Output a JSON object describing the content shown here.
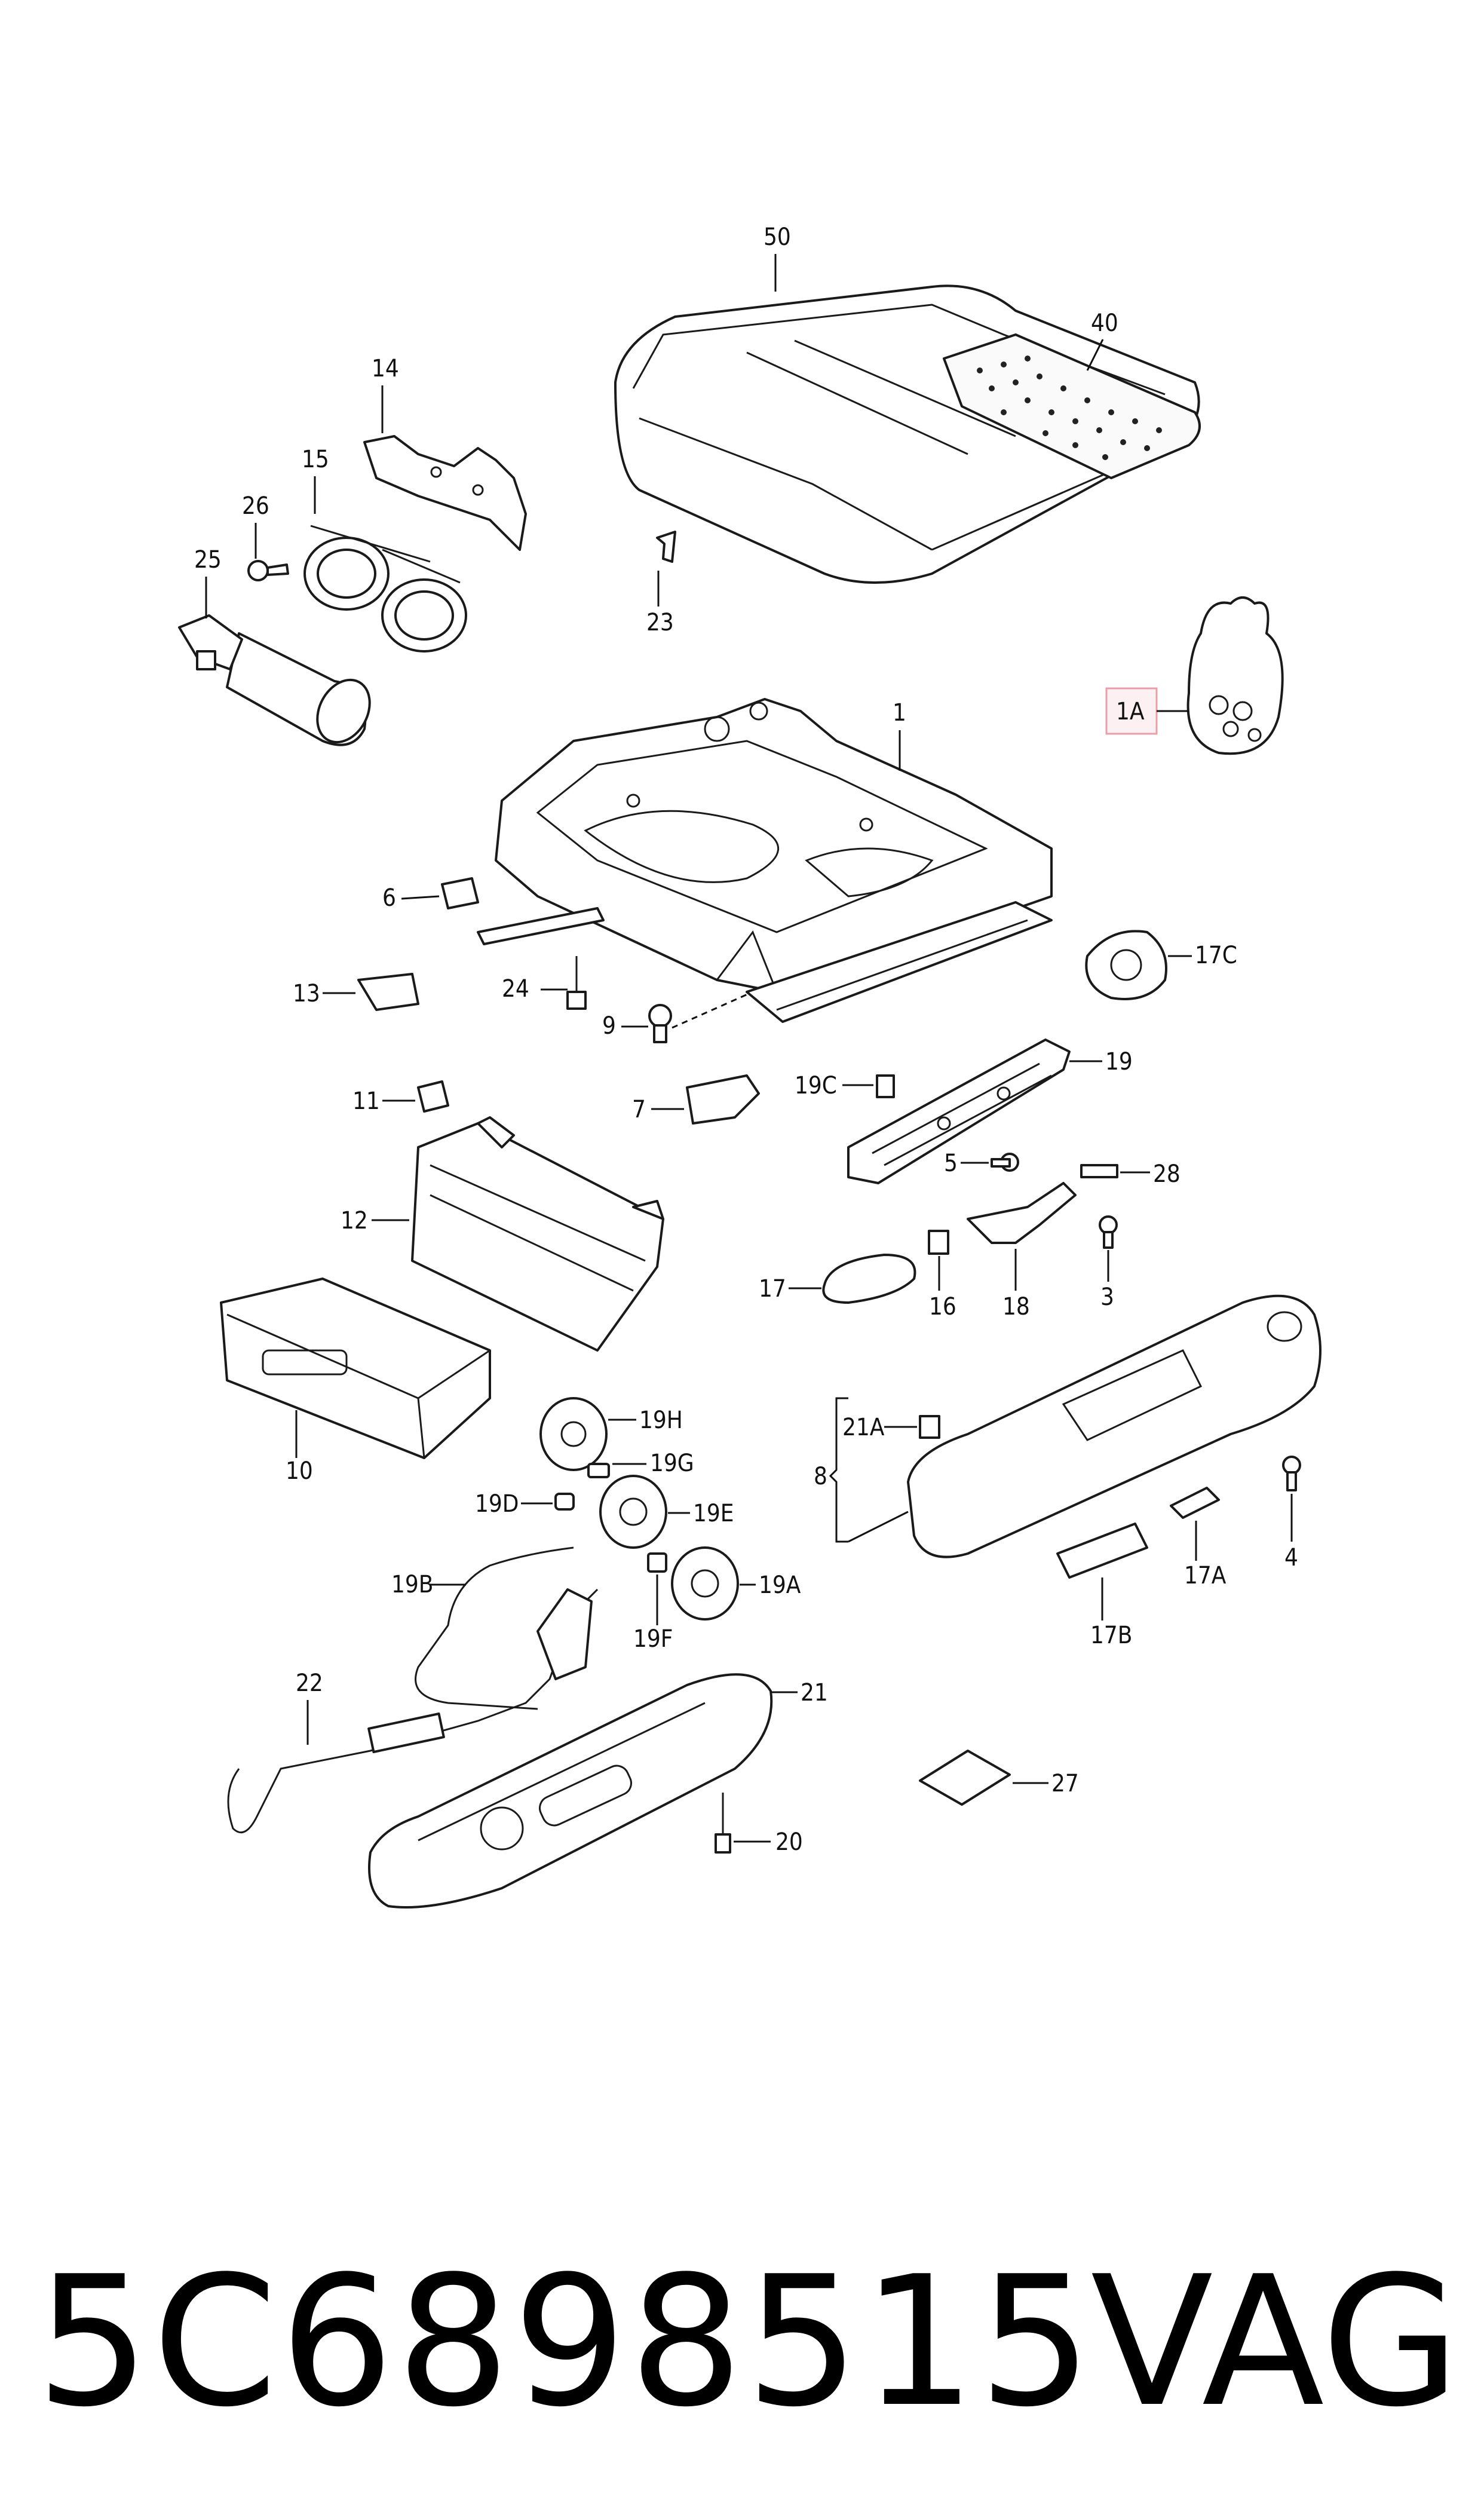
{
  "diagram": {
    "labels": {
      "p50": "50",
      "p40": "40",
      "p14": "14",
      "p15": "15",
      "p26": "26",
      "p25": "25",
      "p23": "23",
      "p1": "1",
      "p1A": "1A",
      "p6": "6",
      "p24": "24",
      "p9": "9",
      "p13": "13",
      "p17C": "17C",
      "p11": "11",
      "p7": "7",
      "p19C": "19C",
      "p19": "19",
      "p12": "12",
      "p5": "5",
      "p28": "28",
      "p17": "17",
      "p16": "16",
      "p18": "18",
      "p3": "3",
      "p10": "10",
      "p19H": "19H",
      "p19G": "19G",
      "p19D": "19D",
      "p19E": "19E",
      "p21A": "21A",
      "p8": "8",
      "p4": "4",
      "p17A": "17A",
      "p19B": "19B",
      "p19F": "19F",
      "p19A": "19A",
      "p17B": "17B",
      "p22": "22",
      "p21": "21",
      "p27": "27",
      "p20": "20"
    },
    "highlight_color": "#e8a0a8"
  },
  "footer": {
    "part_number": "5C6898515",
    "brand": "VAG"
  }
}
